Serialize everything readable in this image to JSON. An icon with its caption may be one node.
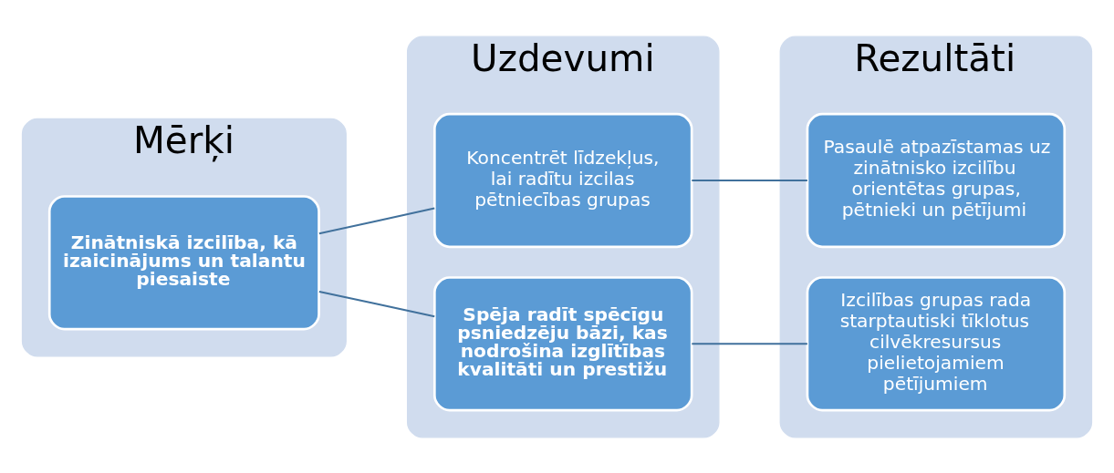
{
  "diagram": {
    "nodes": [
      {
        "text": [
          "Mērķi"
        ]
      },
      {
        "text": [
          "Uzdevumi"
        ]
      },
      {
        "text": [
          "Rezultāti"
        ]
      },
      {
        "text": [
          "Zinātniskā izcilība, kā izaicinājums un talantu piesaiste"
        ],
        "in": 0
      },
      {
        "text": [
          "Koncentrēt līdzekļus, lai radītu izcilas pētniecības grupas"
        ],
        "in": 1
      },
      {
        "text": [
          "Spēja radīt spēcīgu psniedzēju bāzi, kas nodrošina izglītības kvalitāti un prestižu"
        ],
        "in": 1
      },
      {
        "text": [
          "Pasaulē atpazīstamas uz zinātnisko izcilību orientētas grupas, pētnieki un pētījumi"
        ],
        "in": 2
      },
      {
        "text": [
          "Izcilības grupas rada starptautiski tīklotus cilvēkresursus pielietojamiem pētījumiem"
        ],
        "in": 2
      }
    ],
    "edges": [
      {
        "from": 3,
        "to": 4,
        "arrow": "none"
      },
      {
        "from": 3,
        "to": 5,
        "arrow": "none"
      },
      {
        "from": 4,
        "to": 6,
        "arrow": "none"
      },
      {
        "from": 5,
        "to": 7,
        "arrow": "none"
      }
    ]
  }
}
